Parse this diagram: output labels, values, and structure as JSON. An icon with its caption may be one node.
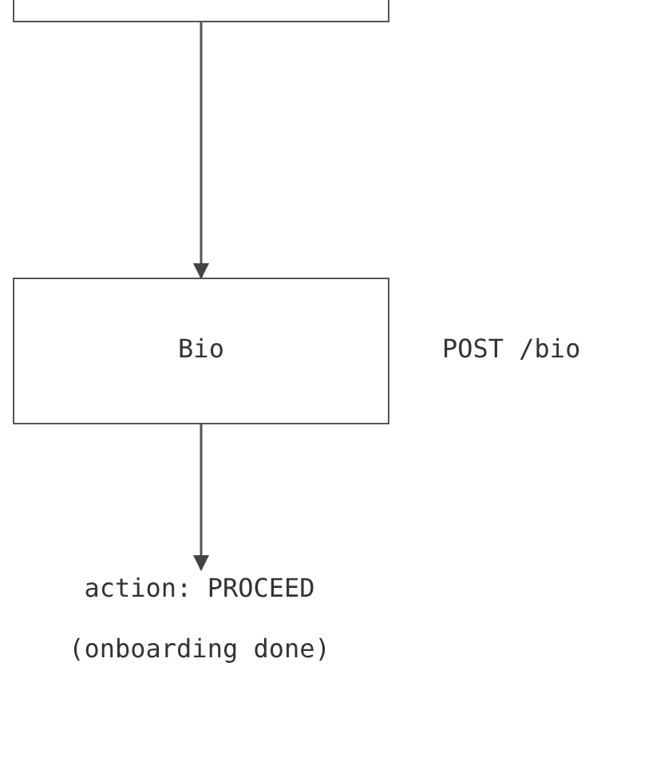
{
  "diagram": {
    "nodes": [
      {
        "text": [],
        "shape": "box"
      },
      {
        "text": [
          "Bio"
        ],
        "beside": [
          "POST /bio"
        ]
      },
      {
        "text": [
          "action: PROCEED",
          "(onboarding done)"
        ]
      }
    ],
    "edges": [
      {
        "from": 0,
        "to": 1,
        "arrow": "to"
      },
      {
        "from": 1,
        "to": 2,
        "arrow": "to"
      }
    ]
  }
}
